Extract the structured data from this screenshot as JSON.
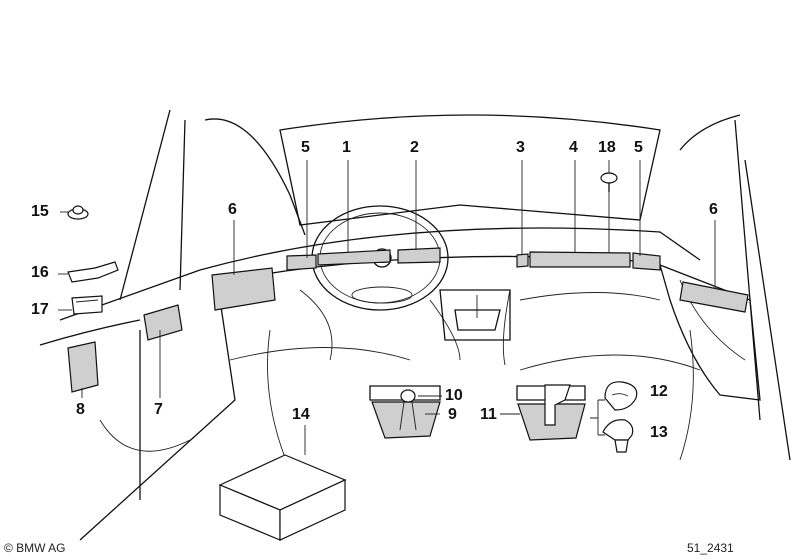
{
  "callouts": {
    "n1": "1",
    "n2": "2",
    "n3": "3",
    "n4": "4",
    "n5a": "5",
    "n5b": "5",
    "n6a": "6",
    "n6b": "6",
    "n7": "7",
    "n8": "8",
    "n9": "9",
    "n10": "10",
    "n11": "11",
    "n12": "12",
    "n13": "13",
    "n14": "14",
    "n15": "15",
    "n16": "16",
    "n17": "17",
    "n18": "18"
  },
  "footer": {
    "copyright": "© BMW AG",
    "diagram_id": "51_2431"
  }
}
